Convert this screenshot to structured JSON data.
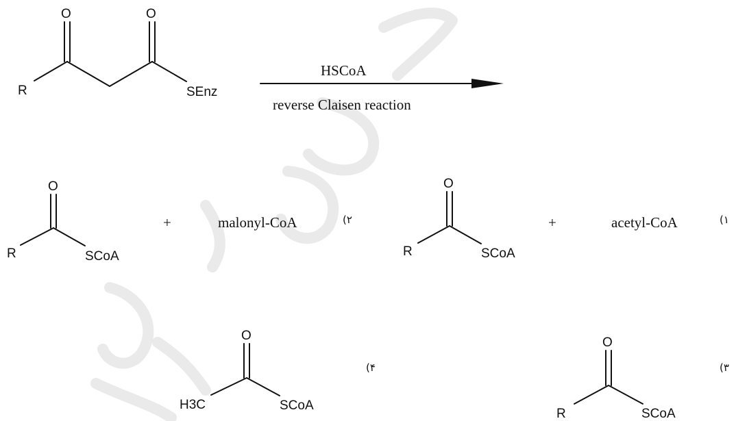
{
  "reactant": {
    "r": "R",
    "o1": "O",
    "o2": "O",
    "senz": "SEnz"
  },
  "arrow": {
    "above": "HSCoA",
    "below": "reverse Claisen reaction"
  },
  "option1": {
    "num": "(۱",
    "reagent": "acetyl-CoA",
    "plus": "+",
    "r": "R",
    "o": "O",
    "scoa": "SCoA"
  },
  "option2": {
    "num": "(۲",
    "reagent": "malonyl-CoA",
    "plus": "+",
    "r": "R",
    "o": "O",
    "scoa": "SCoA"
  },
  "option3": {
    "num": "(۳",
    "r": "R",
    "o": "O",
    "scoa": "SCoA"
  },
  "option4": {
    "num": "(۴",
    "h3c": "H3C",
    "o": "O",
    "scoa": "SCoA"
  },
  "colors": {
    "ink": "#111111",
    "watermark": "#d8d8d8"
  }
}
